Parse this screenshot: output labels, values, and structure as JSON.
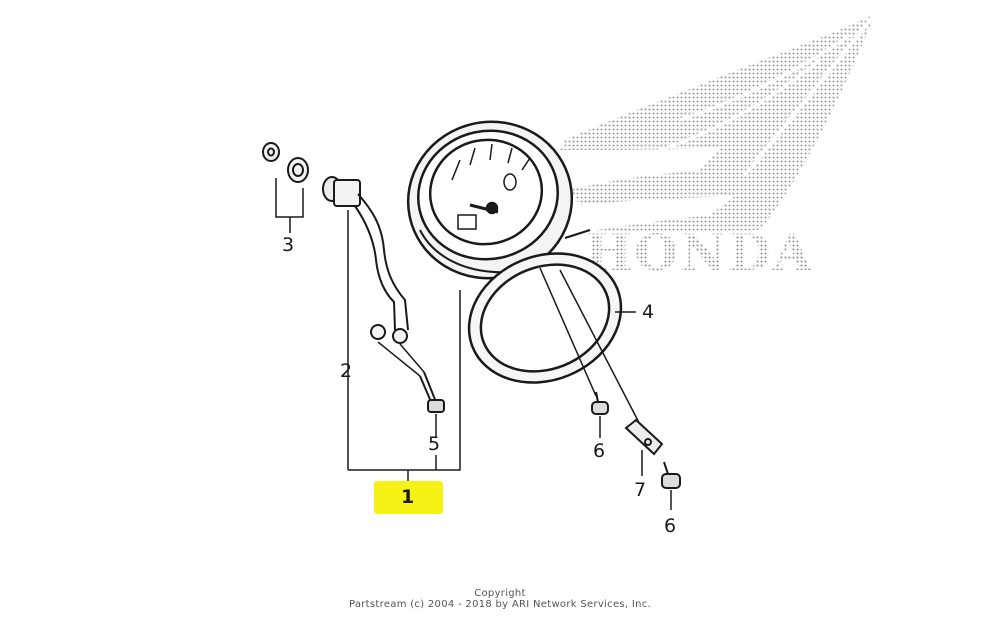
{
  "brand": {
    "wordmark": "HONDA"
  },
  "callouts": {
    "c1": "1",
    "c2": "2",
    "c3": "3",
    "c4": "4",
    "c5": "5",
    "c6a": "6",
    "c6b": "6",
    "c7": "7"
  },
  "copyright": {
    "line1": "Copyright",
    "line2": "Partstream (c) 2004 - 2018 by ARI Network Services, Inc."
  },
  "colors": {
    "highlight": "#f7f216",
    "line": "#1a1a1a",
    "logo": "#9a9a9a"
  }
}
